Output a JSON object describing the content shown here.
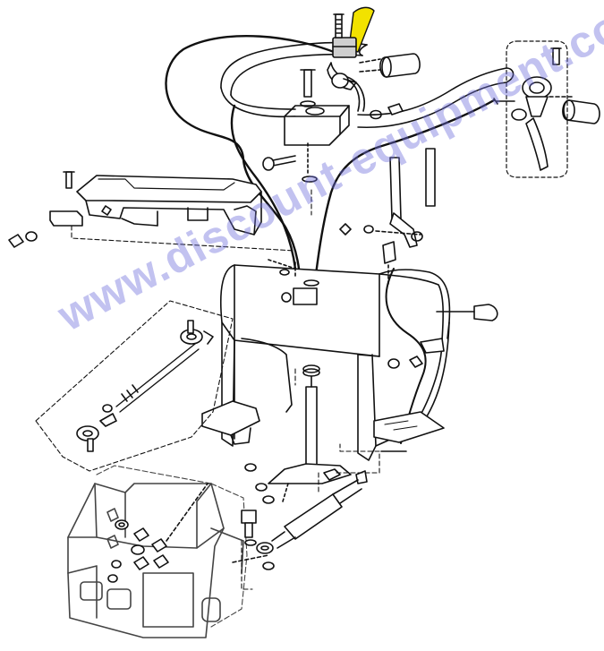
{
  "watermark": {
    "text": "www.discount-equipment.com"
  },
  "colors": {
    "ink": "#111111",
    "line_gray": "#444444",
    "part_fill": "#d9d9d9",
    "highlight": "#f2e200",
    "watermark": "#6e6edc"
  },
  "parts": [
    "handlebar",
    "upper-control-cable",
    "lower-control-cable",
    "highlighted-control-lever",
    "right-grip",
    "left-grip",
    "detail-clutch-lever",
    "steering-support-bracket",
    "control-console",
    "shift-rod",
    "main-frame",
    "steering-column",
    "tie-rod-assembly",
    "drive-housing",
    "gas-spring"
  ]
}
